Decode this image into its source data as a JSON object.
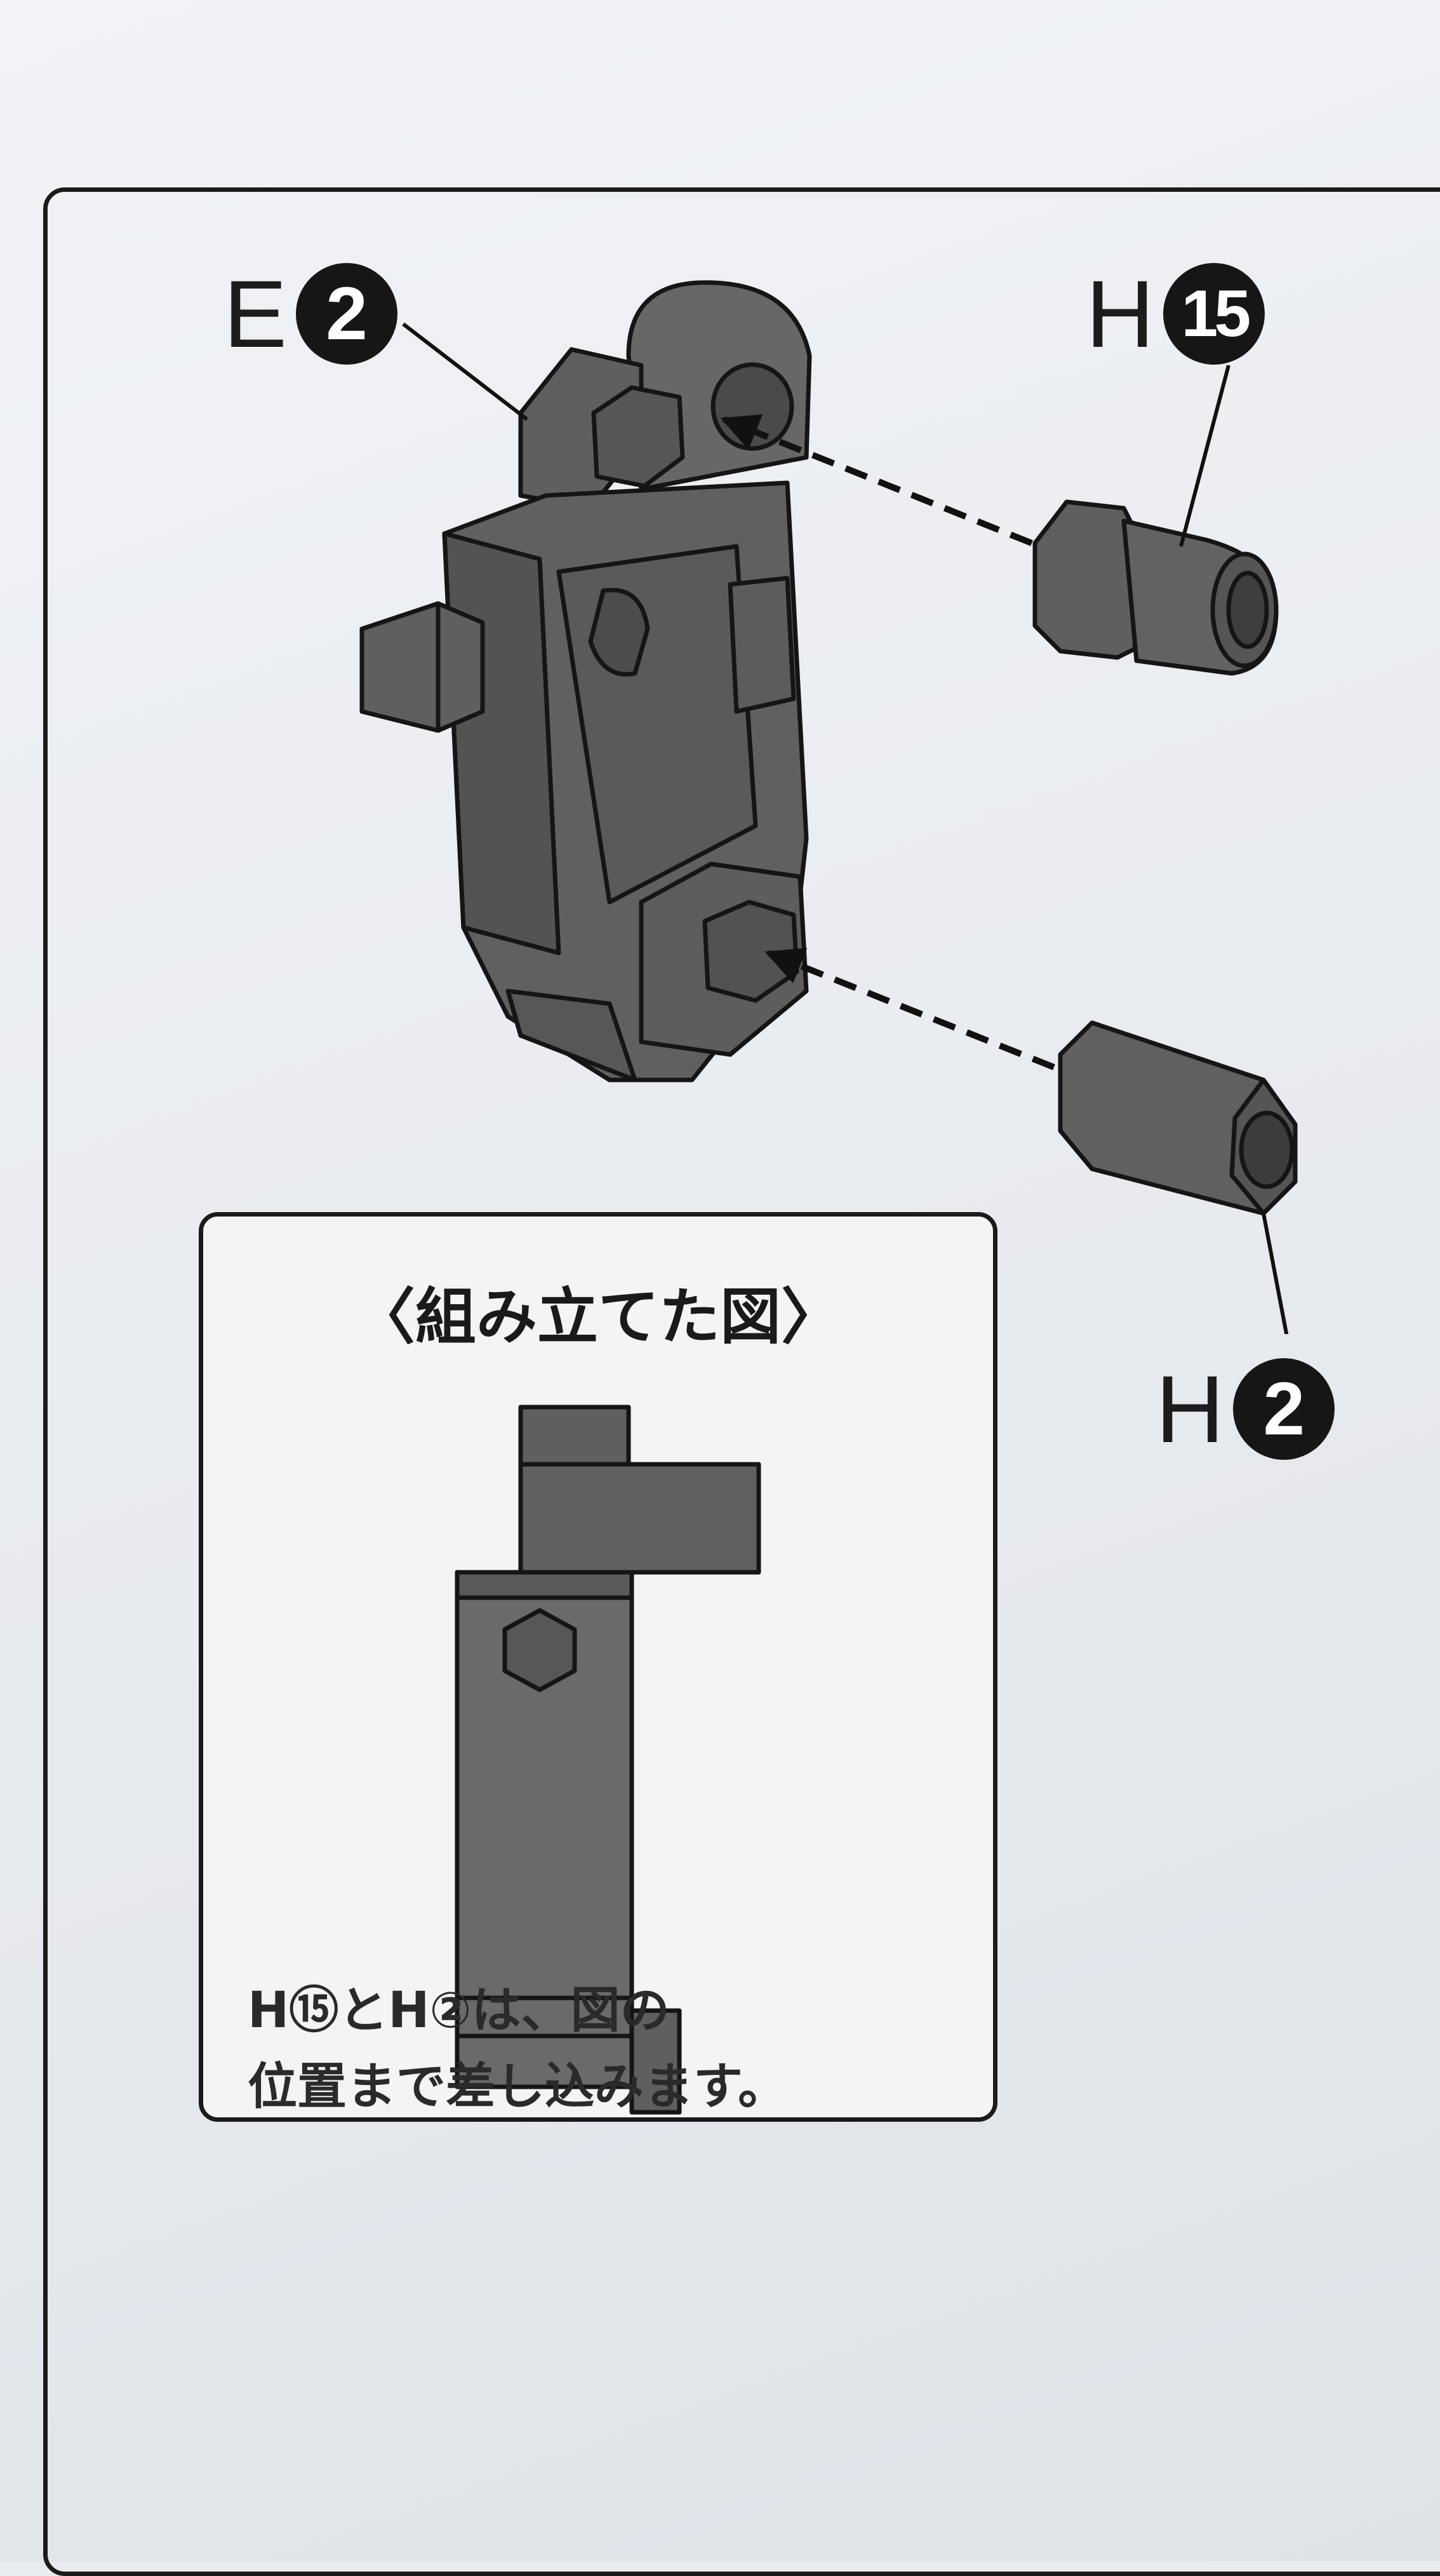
{
  "parts": {
    "e2": {
      "letter": "E",
      "number": "2"
    },
    "h15": {
      "letter": "H",
      "number": "15"
    },
    "h2": {
      "letter": "H",
      "number": "2"
    }
  },
  "assembled_view": {
    "title": "〈組み立てた図〉",
    "caption_line1": "H⑮とH②は、図の",
    "caption_line2": "位置まで差し込みます。"
  },
  "colors": {
    "plastic_part": "#5e5e5e",
    "ink": "#161616",
    "paper": "#eef0f3"
  }
}
